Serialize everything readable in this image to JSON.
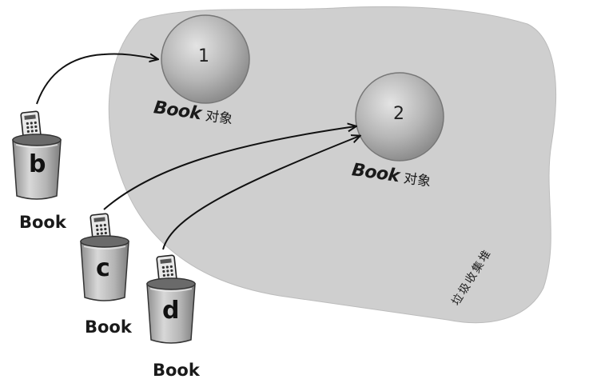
{
  "heap": {
    "label": "垃圾收集堆",
    "fill": "#cfcfcf"
  },
  "objects": [
    {
      "number": "1",
      "name": "Book",
      "suffix": "对象"
    },
    {
      "number": "2",
      "name": "Book",
      "suffix": "对象"
    }
  ],
  "references": [
    {
      "var": "b",
      "type": "Book",
      "points_to": "1"
    },
    {
      "var": "c",
      "type": "Book",
      "points_to": "2"
    },
    {
      "var": "d",
      "type": "Book",
      "points_to": "2"
    }
  ],
  "colors": {
    "heap": "#cfcfcf",
    "object": "#b4b4b4",
    "cup": "#b9b9b9",
    "arrow": "#111111"
  }
}
